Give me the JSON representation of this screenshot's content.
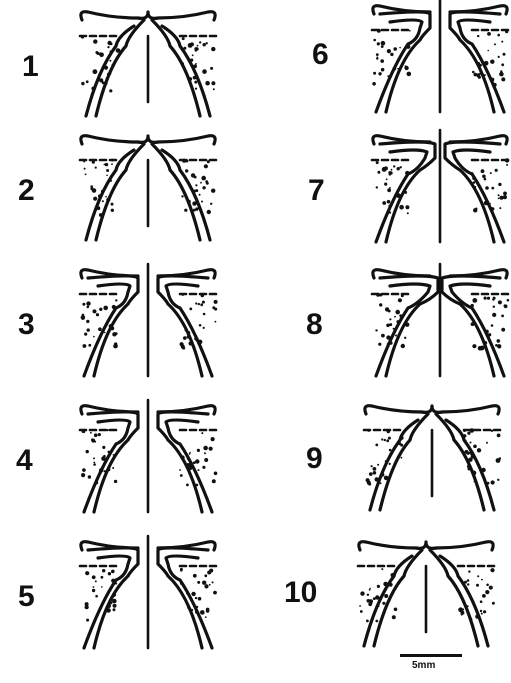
{
  "figure": {
    "panels": [
      {
        "label": "1",
        "variant": "fused"
      },
      {
        "label": "2",
        "variant": "fused"
      },
      {
        "label": "3",
        "variant": "separated"
      },
      {
        "label": "4",
        "variant": "separated"
      },
      {
        "label": "5",
        "variant": "separated"
      },
      {
        "label": "6",
        "variant": "separated"
      },
      {
        "label": "7",
        "variant": "near-contact"
      },
      {
        "label": "8",
        "variant": "contact"
      },
      {
        "label": "9",
        "variant": "fused"
      },
      {
        "label": "10",
        "variant": "fused"
      }
    ],
    "scale_bar": {
      "label": "5mm"
    }
  }
}
